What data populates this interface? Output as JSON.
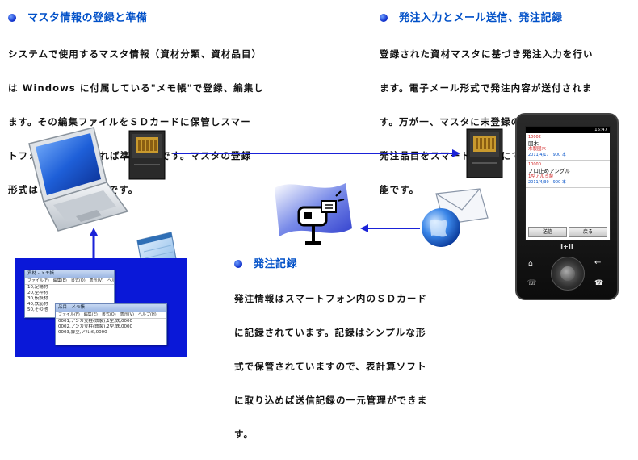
{
  "sections": {
    "master": {
      "title": "マスタ情報の登録と準備",
      "lines": [
        "システムで使用するマスタ情報（資材分類、資材品目）",
        "は Windows に付属している\"メモ帳\"で登録、編集し",
        "ます。その編集ファイルをＳＤカードに保管しスマー",
        "トフォンにセットすれば準備完了です。マスタの登録",
        "形式はとてもシンプルです。"
      ]
    },
    "order": {
      "title": "発注入力とメール送信、発注記録",
      "lines": [
        "登録された資材マスタに基づき発注入力を行い",
        "ます。電子メール形式で発注内容が送付されま",
        "す。万が一、マスタに未登録の資材についても",
        "発注品目をスマートフォンにて入力し、発注可",
        "能です。"
      ]
    },
    "record": {
      "title": "発注記録",
      "lines": [
        "発注情報はスマートフォン内のＳＤカード",
        "に記録されています。記録はシンプルな形",
        "式で保管されていますので、表計算ソフト",
        "に取り込めば送信記録の一元管理ができま",
        "す。"
      ]
    }
  },
  "phone": {
    "status_time": "15:47",
    "entry1_code": "10002",
    "entry1_name": "固木",
    "entry1_sub": "木製固木",
    "entry1_detail": "2011/4/17　900 本",
    "entry2_code": "10000",
    "entry2_name": "ノロ止めアングル",
    "entry2_sub": "1型アルミ製",
    "entry2_detail": "2011/4/30　900 本",
    "btn_send": "送信",
    "btn_back": "戻る",
    "brand": "I+II"
  },
  "notepad": {
    "win1_title": "資材 - メモ帳",
    "win1_menu": "ファイル(F)　編集(E)　書式(O)　表示(V)　ヘルプ(H)",
    "win1_lines": [
      "10,足場材",
      "20,型枠材",
      "30,仮設材",
      "40,鉄筋材",
      "50,その他"
    ],
    "win2_title": "品目 - メモ帳",
    "win2_menu": "ファイル(F)　編集(E)　書式(O)　表示(V)　ヘルプ(H)",
    "win2_lines": [
      "0001,アンカ支柱(鉄製),1型,鉄,0000",
      "0002,アンカ支柱(鉄製),2型,鉄,0000",
      "0003,脚立,アルミ,0000"
    ]
  },
  "colors": {
    "accent": "#0050c8",
    "arrow": "#1a22d8",
    "panel": "#0a18d8"
  }
}
